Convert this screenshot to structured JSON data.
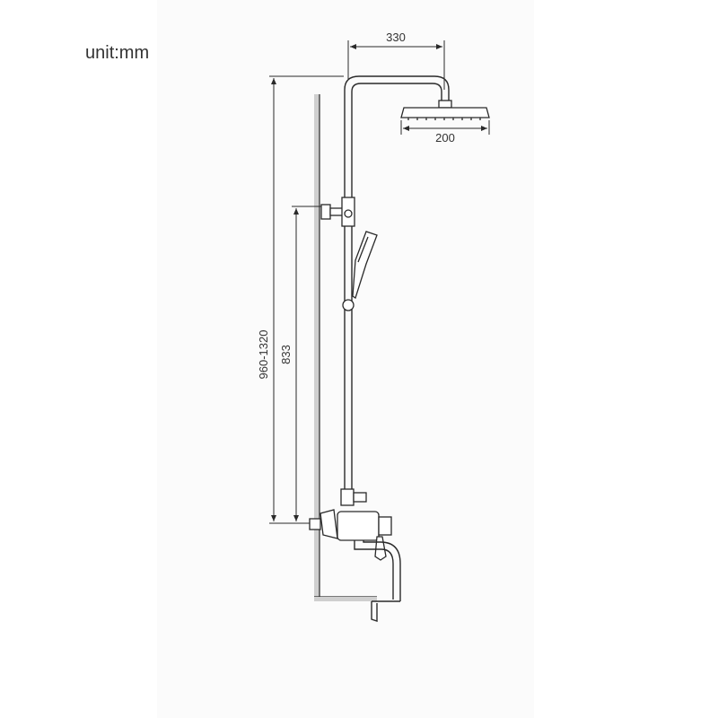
{
  "unit_label": "unit:mm",
  "dimensions": {
    "top_arm_width": "330",
    "head_diameter": "200",
    "total_height": "960-1320",
    "bracket_height": "833"
  },
  "colors": {
    "line": "#2a2a2a",
    "wall_hatch": "#bdbdbd",
    "text": "#333333"
  }
}
